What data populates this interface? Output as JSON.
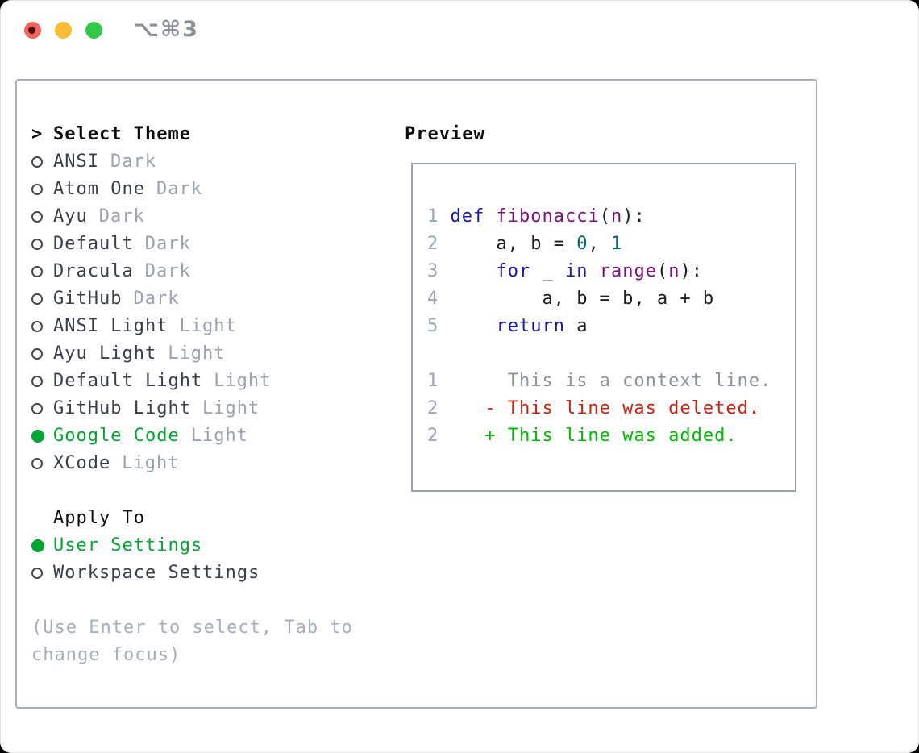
{
  "window": {
    "title": "⌥⌘3",
    "traffic_lights": [
      {
        "name": "close-button",
        "color": "#f5635c",
        "dot": true
      },
      {
        "name": "minimize-button",
        "color": "#f8bc37",
        "dot": false
      },
      {
        "name": "zoom-button",
        "color": "#33c948",
        "dot": false
      }
    ]
  },
  "theme_panel": {
    "header": {
      "prompt": ">",
      "label": "Select Theme"
    },
    "themes": [
      {
        "name": "ANSI",
        "tag": "Dark",
        "selected": false
      },
      {
        "name": "Atom One",
        "tag": "Dark",
        "selected": false
      },
      {
        "name": "Ayu",
        "tag": "Dark",
        "selected": false
      },
      {
        "name": "Default",
        "tag": "Dark",
        "selected": false
      },
      {
        "name": "Dracula",
        "tag": "Dark",
        "selected": false
      },
      {
        "name": "GitHub",
        "tag": "Dark",
        "selected": false
      },
      {
        "name": "ANSI Light",
        "tag": "Light",
        "selected": false
      },
      {
        "name": "Ayu Light",
        "tag": "Light",
        "selected": false
      },
      {
        "name": "Default Light",
        "tag": "Light",
        "selected": false
      },
      {
        "name": "GitHub Light",
        "tag": "Light",
        "selected": false
      },
      {
        "name": "Google Code",
        "tag": "Light",
        "selected": true
      },
      {
        "name": "XCode",
        "tag": "Light",
        "selected": false
      }
    ],
    "apply_to": {
      "label": "Apply To",
      "options": [
        {
          "name": "User Settings",
          "selected": true
        },
        {
          "name": "Workspace Settings",
          "selected": false
        }
      ]
    },
    "hint": "(Use Enter to select, Tab to change focus)"
  },
  "preview": {
    "label": "Preview",
    "code_lines": [
      {
        "num": "1",
        "tokens": [
          {
            "text": " ",
            "c": "pln"
          },
          {
            "text": "def",
            "c": "kw"
          },
          {
            "text": " ",
            "c": "pln"
          },
          {
            "text": "fibonacci",
            "c": "typ"
          },
          {
            "text": "(",
            "c": "pln"
          },
          {
            "text": "n",
            "c": "typ"
          },
          {
            "text": "):",
            "c": "pln"
          }
        ]
      },
      {
        "num": "2",
        "tokens": [
          {
            "text": "     a, b = ",
            "c": "pln"
          },
          {
            "text": "0",
            "c": "lit"
          },
          {
            "text": ", ",
            "c": "pln"
          },
          {
            "text": "1",
            "c": "lit"
          }
        ]
      },
      {
        "num": "3",
        "tokens": [
          {
            "text": "     ",
            "c": "pln"
          },
          {
            "text": "for",
            "c": "kw"
          },
          {
            "text": " _ ",
            "c": "pln"
          },
          {
            "text": "in",
            "c": "kw"
          },
          {
            "text": " ",
            "c": "pln"
          },
          {
            "text": "range",
            "c": "typ"
          },
          {
            "text": "(",
            "c": "pln"
          },
          {
            "text": "n",
            "c": "typ"
          },
          {
            "text": "):",
            "c": "pln"
          }
        ]
      },
      {
        "num": "4",
        "tokens": [
          {
            "text": "         a, b = b, a + b",
            "c": "pln"
          }
        ]
      },
      {
        "num": "5",
        "tokens": [
          {
            "text": "     ",
            "c": "pln"
          },
          {
            "text": "return",
            "c": "kw"
          },
          {
            "text": " a",
            "c": "pln"
          }
        ]
      }
    ],
    "diff_lines": [
      {
        "num": "1",
        "kind": "context",
        "text": "      This is a context line."
      },
      {
        "num": "2",
        "kind": "deleted",
        "text": "    - This line was deleted."
      },
      {
        "num": "2",
        "kind": "added",
        "text": "    + This line was added."
      }
    ]
  },
  "colors": {
    "accent_green": "#00a532",
    "diff_added": "#00bb00",
    "diff_deleted": "#cc2211",
    "diff_context": "#8b9298",
    "syntax_keyword": "#1a1aaa",
    "syntax_type": "#7e107e",
    "syntax_literal": "#006666",
    "syntax_plain": "#1c1c1c",
    "line_number": "#9aa5b1",
    "tag_gray": "#9aa2ad",
    "hint_gray": "#a6aeb8",
    "panel_border": "#a7afb9"
  }
}
